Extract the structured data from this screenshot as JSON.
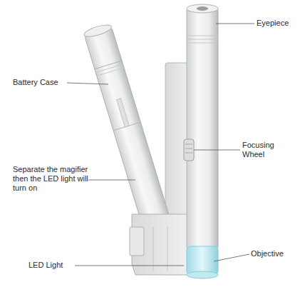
{
  "diagram": {
    "labels": [
      "Eyepiece",
      "Battery Case",
      "Focusing Wheel",
      "Separate the magifier then the LED light will turn on",
      "LED Light",
      "Objective"
    ]
  }
}
